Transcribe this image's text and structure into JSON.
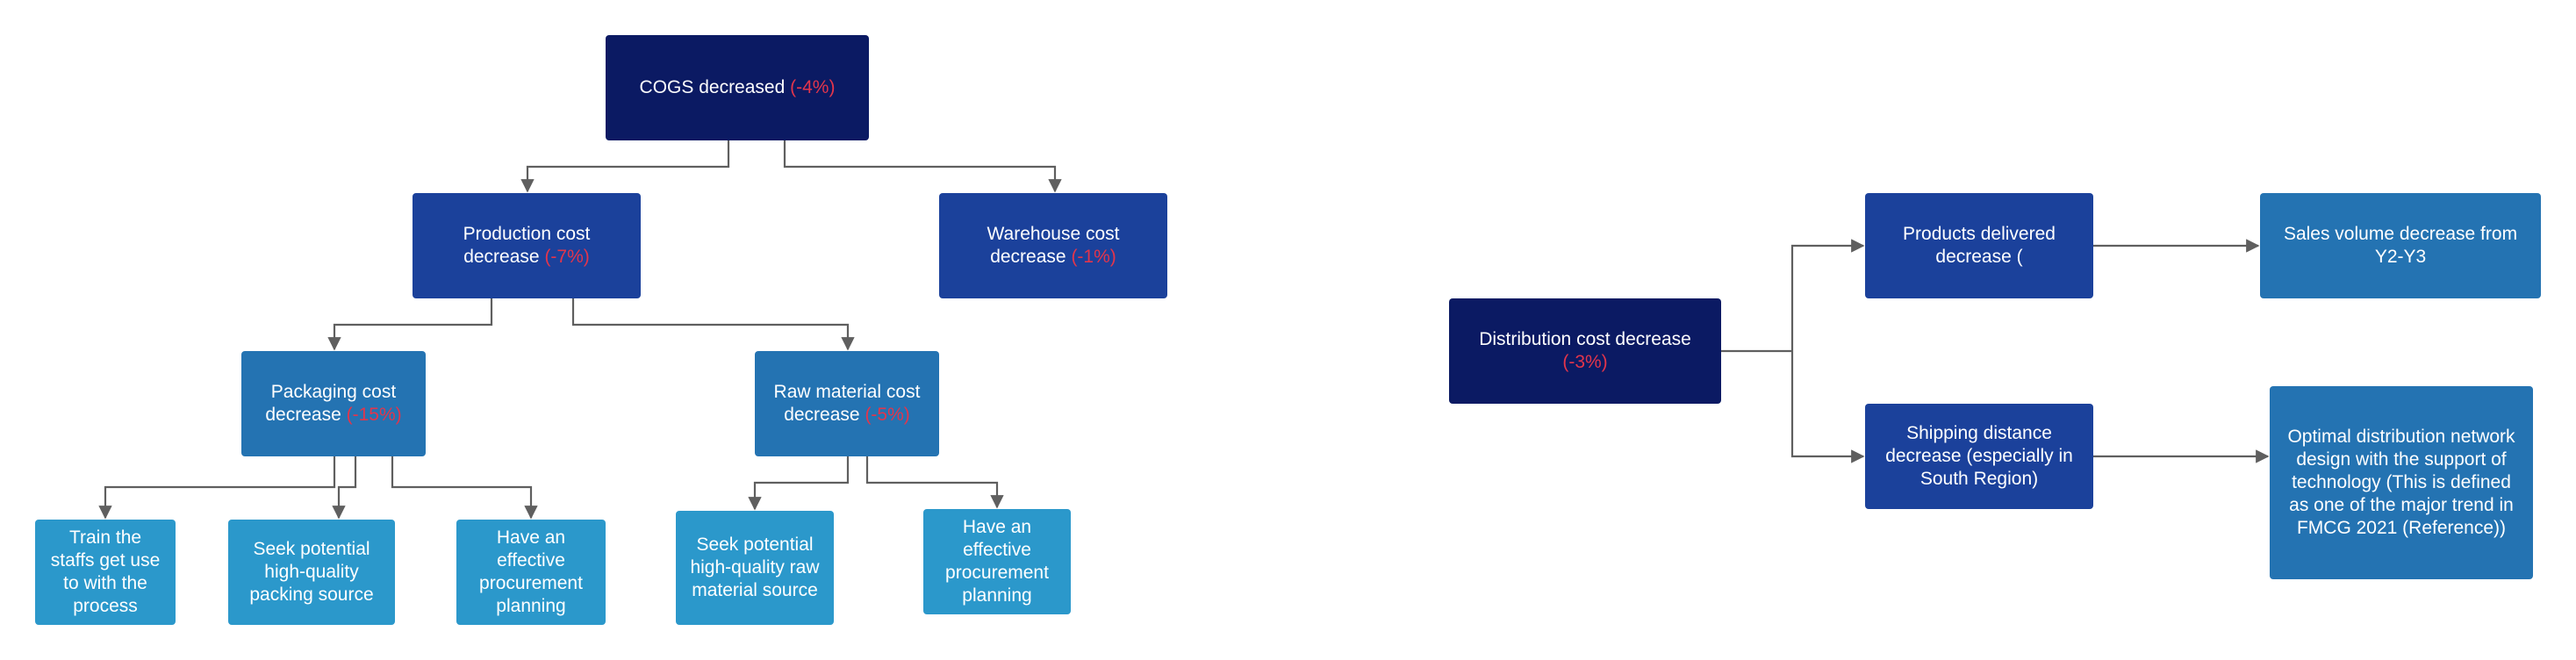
{
  "tree_left": {
    "root": {
      "text": "COGS decreased",
      "pct": "(-4%)"
    },
    "production": {
      "text": "Production cost decrease",
      "pct": "(-7%)"
    },
    "warehouse": {
      "text": "Warehouse cost decrease",
      "pct": "(-1%)"
    },
    "packaging": {
      "text": "Packaging cost decrease",
      "pct": "(-15%)"
    },
    "raw_material": {
      "text": "Raw material cost decrease",
      "pct": "(-5%)"
    },
    "train_staff": {
      "text": "Train the staffs get use to with the process"
    },
    "seek_packing": {
      "text": "Seek potential high-quality packing source"
    },
    "procurement_1": {
      "text": "Have an effective procurement planning"
    },
    "seek_raw": {
      "text": "Seek potential high-quality raw material source"
    },
    "procurement_2": {
      "text": "Have an effective procurement planning"
    }
  },
  "tree_right": {
    "distribution": {
      "text": "Distribution cost decrease",
      "pct": "(-3%)"
    },
    "products_delivered": {
      "text": "Products delivered decrease ("
    },
    "shipping_distance": {
      "text": "Shipping distance decrease (especially in South Region)"
    },
    "sales_volume": {
      "text": "Sales volume decrease from Y2-Y3"
    },
    "optimal_network": {
      "text": "Optimal distribution network design with the support of technology (This is defined as one of the major trend in FMCG 2021 (Reference))"
    }
  },
  "colors": {
    "level0": "#0b1a63",
    "level1": "#1b419b",
    "level2": "#2473b2",
    "level3": "#2b98cb",
    "negative_pct": "#e3354b",
    "connector": "#5f5f5f"
  }
}
